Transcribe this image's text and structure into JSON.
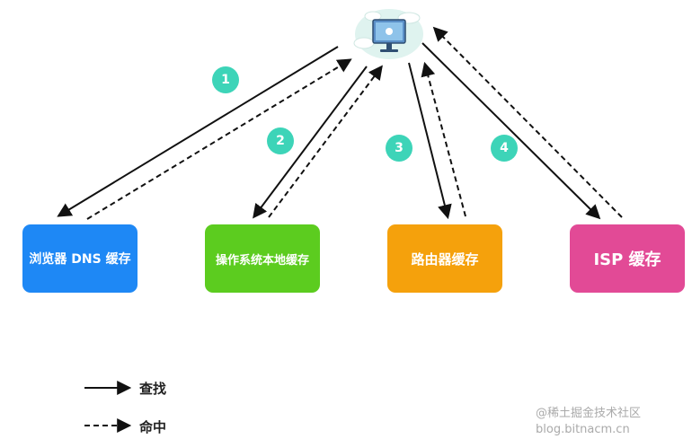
{
  "boxes": [
    {
      "id": "browser",
      "label": "浏览器 DNS 缓存",
      "color": "#1e88f5"
    },
    {
      "id": "os",
      "label": "操作系统本地缓存",
      "color": "#5ccc1f"
    },
    {
      "id": "router",
      "label": "路由器缓存",
      "color": "#f5a10c"
    },
    {
      "id": "isp",
      "label": "ISP 缓存",
      "color": "#e24a96"
    }
  ],
  "badges": [
    "1",
    "2",
    "3",
    "4"
  ],
  "badge_color": "#3dd4b8",
  "legend": {
    "search_label": "查找",
    "hit_label": "命中"
  },
  "watermark": {
    "line1": "@稀土掘金技术社区",
    "line2": "blog.bitnacm.cn"
  },
  "icons": {
    "computer": "computer-cloud-icon"
  }
}
